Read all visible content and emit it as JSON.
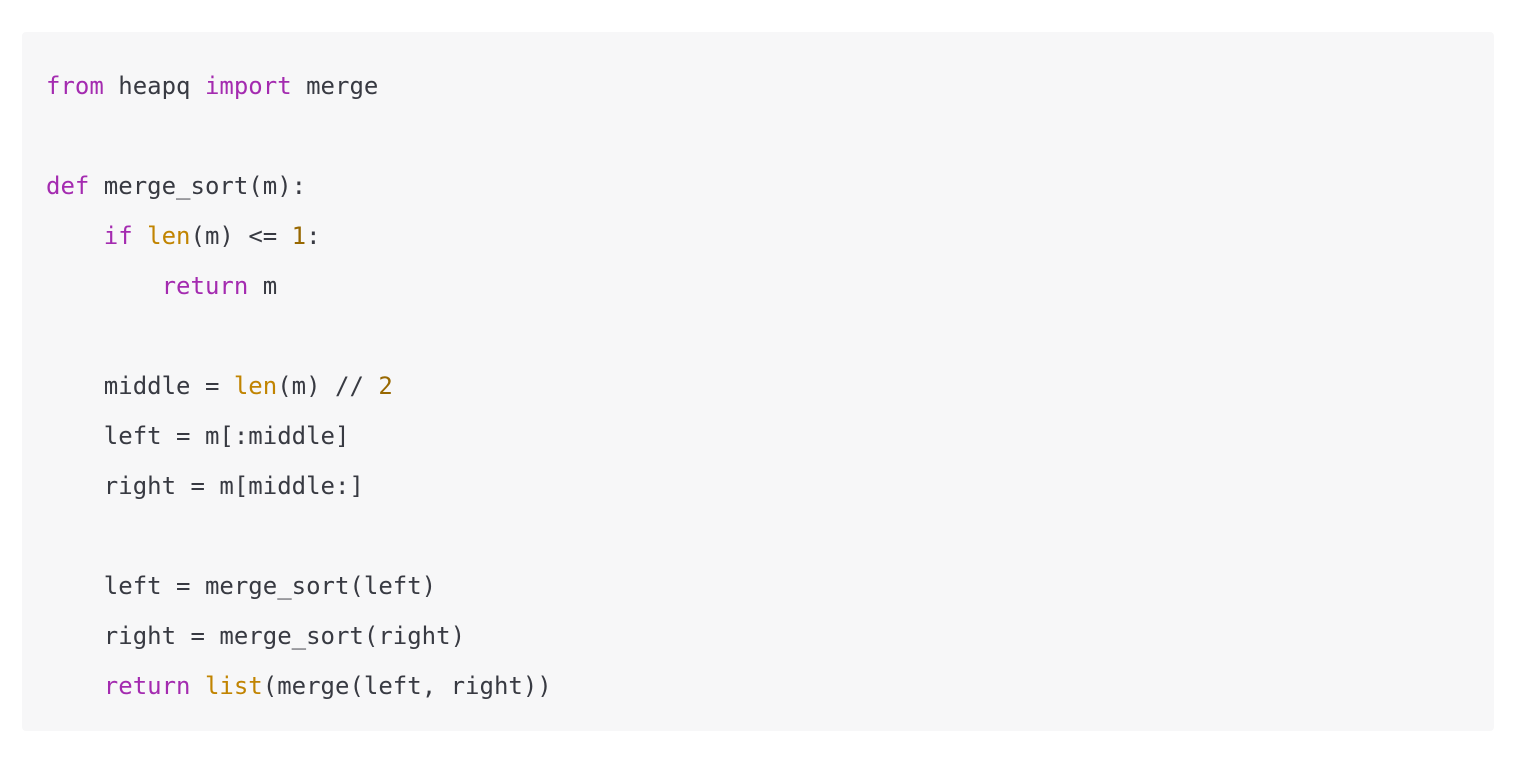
{
  "colors": {
    "page_background": "#ffffff",
    "block_background": "#f7f7f8",
    "text": "#383a42",
    "keyword": "#a42bb0",
    "built_in": "#c18401",
    "number": "#986801"
  },
  "code_block": {
    "lines": [
      {
        "tokens": [
          {
            "t": "from",
            "c": "keyword"
          },
          {
            "t": " heapq ",
            "c": "plain"
          },
          {
            "t": "import",
            "c": "keyword"
          },
          {
            "t": " merge",
            "c": "plain"
          }
        ]
      },
      {
        "tokens": []
      },
      {
        "tokens": [
          {
            "t": "def",
            "c": "keyword"
          },
          {
            "t": " merge_sort(m):",
            "c": "plain"
          }
        ]
      },
      {
        "tokens": [
          {
            "t": "    ",
            "c": "plain"
          },
          {
            "t": "if",
            "c": "keyword"
          },
          {
            "t": " ",
            "c": "plain"
          },
          {
            "t": "len",
            "c": "built_in"
          },
          {
            "t": "(m) <= ",
            "c": "plain"
          },
          {
            "t": "1",
            "c": "number"
          },
          {
            "t": ":",
            "c": "plain"
          }
        ]
      },
      {
        "tokens": [
          {
            "t": "        ",
            "c": "plain"
          },
          {
            "t": "return",
            "c": "keyword"
          },
          {
            "t": " m",
            "c": "plain"
          }
        ]
      },
      {
        "tokens": []
      },
      {
        "tokens": [
          {
            "t": "    middle = ",
            "c": "plain"
          },
          {
            "t": "len",
            "c": "built_in"
          },
          {
            "t": "(m) // ",
            "c": "plain"
          },
          {
            "t": "2",
            "c": "number"
          }
        ]
      },
      {
        "tokens": [
          {
            "t": "    left = m[:middle]",
            "c": "plain"
          }
        ]
      },
      {
        "tokens": [
          {
            "t": "    right = m[middle:]",
            "c": "plain"
          }
        ]
      },
      {
        "tokens": []
      },
      {
        "tokens": [
          {
            "t": "    left = merge_sort(left)",
            "c": "plain"
          }
        ]
      },
      {
        "tokens": [
          {
            "t": "    right = merge_sort(right)",
            "c": "plain"
          }
        ]
      },
      {
        "tokens": [
          {
            "t": "    ",
            "c": "plain"
          },
          {
            "t": "return",
            "c": "keyword"
          },
          {
            "t": " ",
            "c": "plain"
          },
          {
            "t": "list",
            "c": "built_in"
          },
          {
            "t": "(merge(left, right))",
            "c": "plain"
          }
        ]
      }
    ]
  }
}
